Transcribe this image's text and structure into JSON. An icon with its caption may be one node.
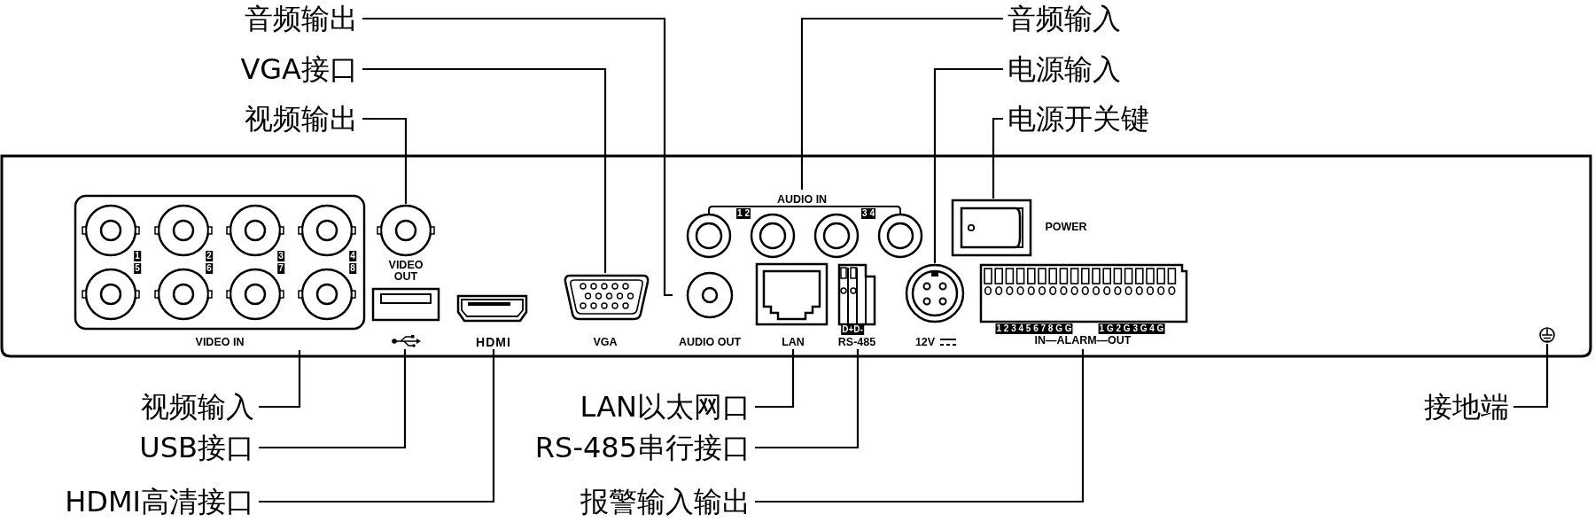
{
  "diagram": {
    "nodes": [
      {
        "text": [
          "音频输出"
        ]
      },
      {
        "text": [
          "音频输入"
        ]
      },
      {
        "text": [
          "VGA接口"
        ]
      },
      {
        "text": [
          "电源输入"
        ]
      },
      {
        "text": [
          "视频输出"
        ]
      },
      {
        "text": [
          "电源开关键"
        ]
      },
      {
        "text": [],
        "shape": "picture",
        "beside": [
          "VIDEO IN"
        ]
      },
      {
        "text": [],
        "shape": "picture",
        "beside": [
          "VIDEO OUT"
        ]
      },
      {
        "text": [],
        "shape": "picture"
      },
      {
        "text": [],
        "shape": "picture",
        "beside": [
          "HDMI"
        ]
      },
      {
        "text": [],
        "shape": "picture",
        "beside": [
          "VGA"
        ]
      },
      {
        "text": [],
        "shape": "picture",
        "beside": [
          "AUDIO IN"
        ]
      },
      {
        "text": [],
        "shape": "picture",
        "beside": [
          "AUDIO OUT"
        ]
      },
      {
        "text": [],
        "shape": "picture",
        "beside": [
          "LAN"
        ]
      },
      {
        "text": [],
        "shape": "picture",
        "beside": [
          "RS-485"
        ]
      },
      {
        "text": [],
        "shape": "picture",
        "beside": [
          "12V"
        ]
      },
      {
        "text": [],
        "shape": "picture",
        "beside": [
          "POWER"
        ]
      },
      {
        "text": [],
        "shape": "picture",
        "beside": [
          "1 2 3 4 5 6 7 8 G G",
          "1 G 2 G 3 G 4 G",
          "IN—ALARM—OUT"
        ]
      },
      {
        "text": [],
        "shape": "picture"
      },
      {
        "text": [
          "视频输入"
        ]
      },
      {
        "text": [
          "LAN以太网口"
        ]
      },
      {
        "text": [
          "接地端"
        ]
      },
      {
        "text": [
          "USB接口"
        ]
      },
      {
        "text": [
          "RS-485串行接口"
        ]
      },
      {
        "text": [
          "HDMI高清接口"
        ]
      },
      {
        "text": [
          "报警输入输出"
        ]
      }
    ],
    "edges": [
      {
        "from": 0,
        "to": 12,
        "arrow": "none"
      },
      {
        "from": 1,
        "to": 11,
        "arrow": "none"
      },
      {
        "from": 2,
        "to": 10,
        "arrow": "none"
      },
      {
        "from": 3,
        "to": 15,
        "arrow": "none"
      },
      {
        "from": 4,
        "to": 7,
        "arrow": "none"
      },
      {
        "from": 5,
        "to": 16,
        "arrow": "none"
      },
      {
        "from": 19,
        "to": 6,
        "arrow": "none"
      },
      {
        "from": 20,
        "to": 13,
        "arrow": "none"
      },
      {
        "from": 21,
        "to": 18,
        "arrow": "none"
      },
      {
        "from": 22,
        "to": 8,
        "arrow": "none"
      },
      {
        "from": 23,
        "to": 14,
        "arrow": "none"
      },
      {
        "from": 24,
        "to": 9,
        "arrow": "none"
      },
      {
        "from": 25,
        "to": 17,
        "arrow": "none"
      }
    ],
    "labels": [
      "1 2",
      "3 4",
      "1",
      "5",
      "2",
      "6",
      "3",
      "7",
      "4",
      "8",
      "D+D-"
    ]
  }
}
